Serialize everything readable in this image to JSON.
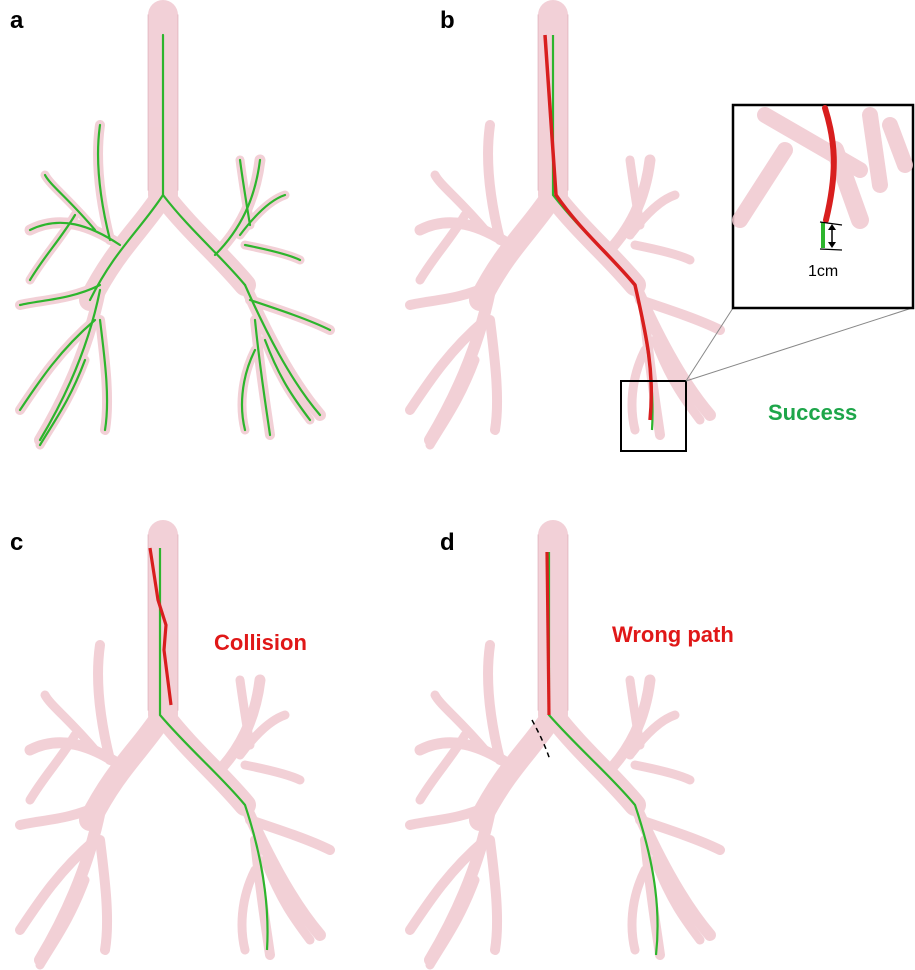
{
  "figure": {
    "panels": [
      {
        "letter": "a",
        "status": ""
      },
      {
        "letter": "b",
        "status": "Success"
      },
      {
        "letter": "c",
        "status": "Collision"
      },
      {
        "letter": "d",
        "status": "Wrong path"
      }
    ],
    "inset": {
      "scale_label": "1cm"
    }
  },
  "colors": {
    "airway": "#f0c8d0",
    "airway_edge": "#d49aa8",
    "path": "#2db52d",
    "catheter": "#d81e1e",
    "success": "#1ea64a",
    "failure": "#e01818"
  }
}
